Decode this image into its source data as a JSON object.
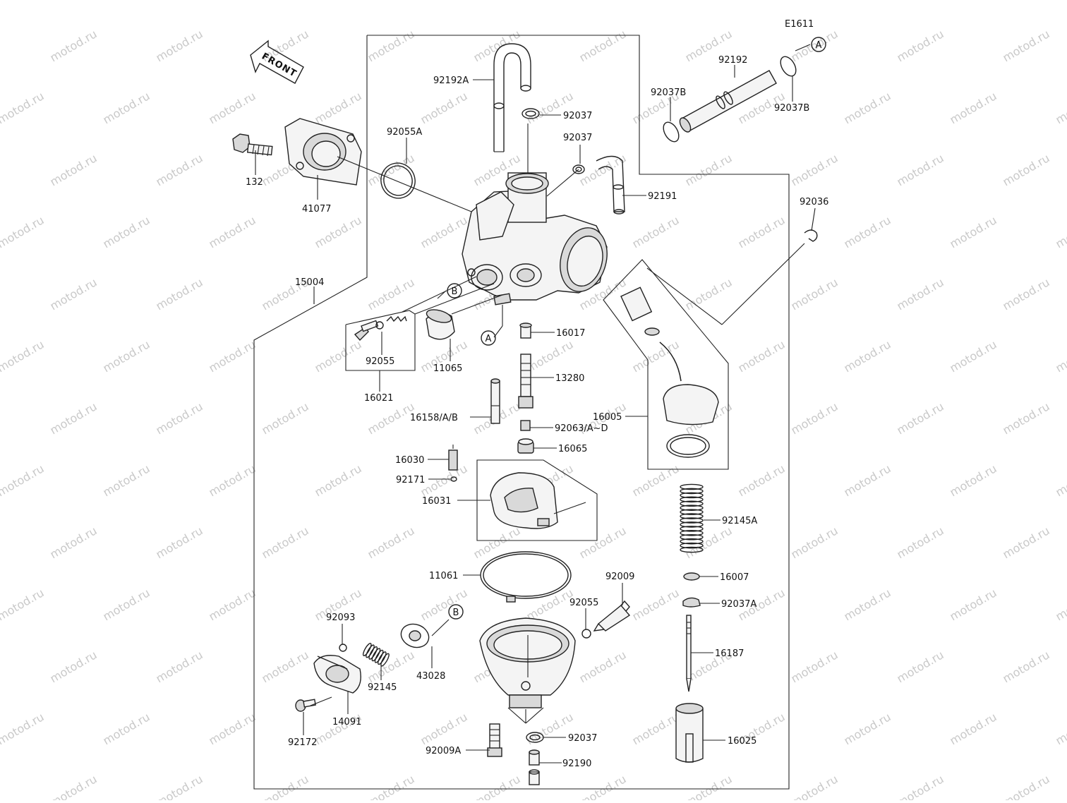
{
  "diagram": {
    "code": "E1611",
    "front_label": "FRONT",
    "watermark": "motod.ru",
    "labels": {
      "p15004": "15004",
      "p132": "132",
      "p41077": "41077",
      "p92055A": "92055A",
      "p92192A": "92192A",
      "p92037_top": "92037",
      "p92037_mid": "92037",
      "p92191": "92191",
      "p92037B_left": "92037B",
      "p92192": "92192",
      "p92037B_right": "92037B",
      "p92036": "92036",
      "p92055_pilot": "92055",
      "p16021": "16021",
      "p11065": "11065",
      "p16017": "16017",
      "p13280": "13280",
      "p16158": "16158/A/B",
      "p92063": "92063/A~D",
      "p16065": "16065",
      "p16005": "16005",
      "p16030": "16030",
      "p92171": "92171",
      "p16031": "16031",
      "p92145A": "92145A",
      "p16007": "16007",
      "p92037A": "92037A",
      "p11061": "11061",
      "p92009": "92009",
      "p92055_bowl": "92055",
      "p16187": "16187",
      "p92093": "92093",
      "p43028": "43028",
      "p92145": "92145",
      "p14091": "14091",
      "p92172": "92172",
      "p92009A": "92009A",
      "p92037_bottom": "92037",
      "p92190": "92190",
      "p16025": "16025"
    },
    "callouts": {
      "A_top": "A",
      "A_body": "A",
      "B_body": "B",
      "B_bowl": "B"
    }
  }
}
